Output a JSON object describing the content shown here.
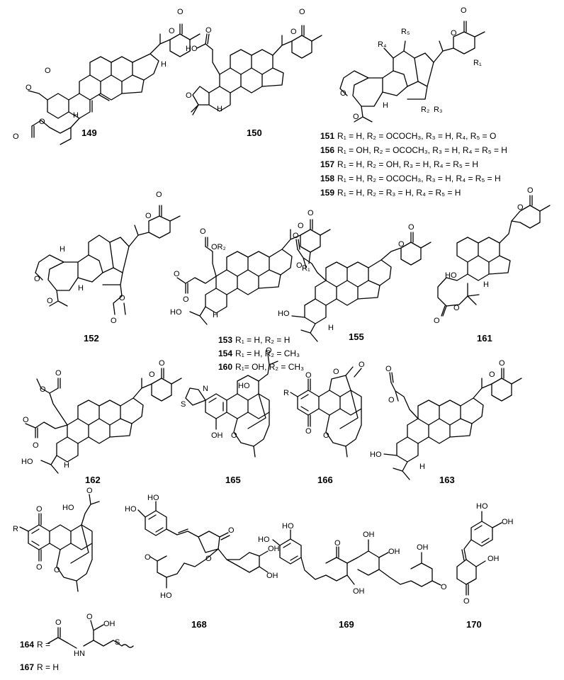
{
  "compounds": {
    "c149": {
      "label": "149"
    },
    "c150": {
      "label": "150"
    },
    "c151": {
      "label": "151",
      "sub": "R₁ = H, R₂ = OCOCH₃, R₃ = H, R₄, R₅ = O"
    },
    "c156": {
      "label": "156",
      "sub": "R₁ = OH, R₂ = OCOCH₃, R₃ = H, R₄ = R₅ = H"
    },
    "c157": {
      "label": "157",
      "sub": "R₁ = H, R₂ = OH, R₃ = H, R₄ = R₅ = H"
    },
    "c158": {
      "label": "158",
      "sub": "R₁ = H, R₂ = OCOCH₃, R₃ = H, R₄ = R₅ = H"
    },
    "c159": {
      "label": "159",
      "sub": "R₁ = H, R₂ = R₃ = H, R₄ = R₅ = H"
    },
    "c152": {
      "label": "152"
    },
    "c153": {
      "label": "153",
      "sub": "R₁ = H, R₂ = H"
    },
    "c154": {
      "label": "154",
      "sub": "R₁ = H, R₂ = CH₃"
    },
    "c160": {
      "label": "160",
      "sub": "R₁= OH, R₂ = CH₃"
    },
    "c155": {
      "label": "155"
    },
    "c161": {
      "label": "161"
    },
    "c162": {
      "label": "162"
    },
    "c165": {
      "label": "165"
    },
    "c166": {
      "label": "166"
    },
    "c163": {
      "label": "163"
    },
    "c164": {
      "label": "164",
      "sub": "R ="
    },
    "c167": {
      "label": "167",
      "sub": "R = H"
    },
    "c168": {
      "label": "168"
    },
    "c169": {
      "label": "169"
    },
    "c170": {
      "label": "170"
    }
  },
  "atoms": {
    "O": "O",
    "OH": "OH",
    "HO": "HO",
    "H": "H",
    "R": "R",
    "N": "N",
    "S": "S",
    "HN": "HN",
    "R1": "R₁",
    "R2": "R₂",
    "R3": "R₃",
    "R4": "R₄",
    "R5": "R₅",
    "OR2": "OR₂"
  }
}
